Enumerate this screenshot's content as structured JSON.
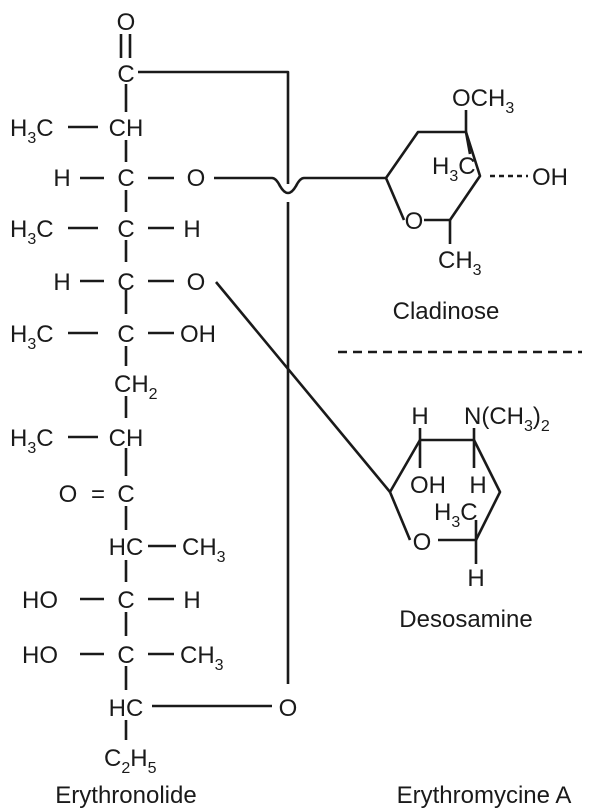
{
  "chain": {
    "carbonyl_o": "O",
    "c1": "C",
    "r2": {
      "left": "H",
      "left_sub": "3",
      "left_tail": "C",
      "center": "CH"
    },
    "r3": {
      "left": "H",
      "center": "C",
      "right": "O"
    },
    "r4": {
      "left": "H",
      "left_sub": "3",
      "left_tail": "C",
      "center": "C",
      "right": "H"
    },
    "r5": {
      "left": "H",
      "center": "C",
      "right": "O"
    },
    "r6": {
      "left": "H",
      "left_sub": "3",
      "left_tail": "C",
      "center": "C",
      "right": "OH"
    },
    "r7": {
      "center": "CH",
      "center_sub": "2"
    },
    "r8": {
      "left": "H",
      "left_sub": "3",
      "left_tail": "C",
      "center": "CH"
    },
    "r9": {
      "left": "O",
      "eq": "=",
      "center": "C"
    },
    "r10": {
      "center": "HC",
      "right": "CH",
      "right_sub": "3"
    },
    "r11": {
      "left": "HO",
      "center": "C",
      "right": "H"
    },
    "r12": {
      "left": "HO",
      "center": "C",
      "right": "CH",
      "right_sub": "3"
    },
    "r13": {
      "center": "HC"
    },
    "r14": {
      "center": "C",
      "center_sub": "2",
      "center_tail": "H",
      "center_tail_sub": "5"
    },
    "ring_o": "O"
  },
  "cladinose": {
    "och3": "OCH",
    "och3_sub": "3",
    "h3c": "H",
    "h3c_sub": "3",
    "h3c_tail": "C",
    "oh": "OH",
    "ring_o": "O",
    "ch3": "CH",
    "ch3_sub": "3",
    "name": "Cladinose"
  },
  "desosamine": {
    "h_top": "H",
    "nme2": "N(CH",
    "nme2_sub": "3",
    "nme2_tail": ")",
    "nme2_tail_sub": "2",
    "oh": "OH",
    "h_inner": "H",
    "h3c": "H",
    "h3c_sub": "3",
    "h3c_tail": "C",
    "ring_o": "O",
    "h_bottom": "H",
    "name": "Desosamine"
  },
  "captions": {
    "left": "Erythronolide",
    "right": "Erythromycine A"
  }
}
